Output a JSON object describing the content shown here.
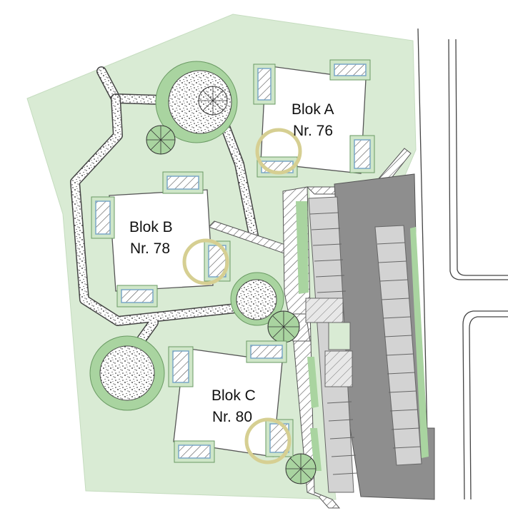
{
  "blocks": [
    {
      "name": "Blok A",
      "number": "Nr. 76"
    },
    {
      "name": "Blok B",
      "number": "Nr. 78"
    },
    {
      "name": "Blok C",
      "number": "Nr. 80"
    }
  ],
  "colors": {
    "lawn": "#d9ebd4",
    "lawn_edge": "#cfe3c9",
    "planting_ring": "#a9d4a0",
    "building": "#ffffff",
    "window_box": "#cfe6c8",
    "parking_dark": "#8e8e8e",
    "parking_light": "#d3d3d3",
    "highlight_ring": "#d6cf92"
  }
}
